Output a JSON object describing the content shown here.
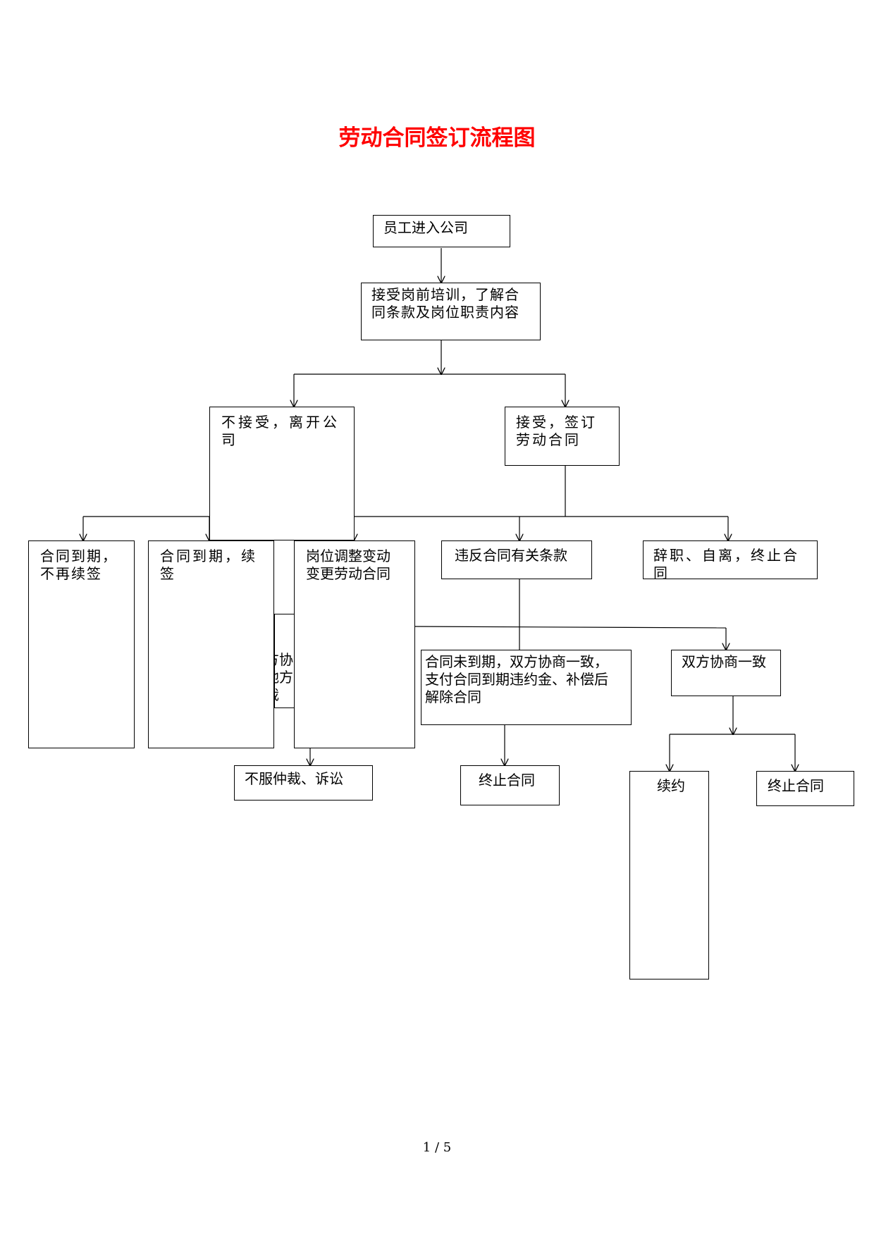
{
  "document": {
    "title": "劳动合同签订流程图",
    "title_color": "#ff0000",
    "page_indicator": "1 / 5"
  },
  "nodes": {
    "enter_company": "员工进入公司",
    "training": "接受岗前培训，了解合\n同条款及岗位职责内容",
    "reject_leave": "不接受，离开公\n司",
    "accept_sign": "接受，签订\n劳动合同",
    "expire_no_renew": "合同到期，\n不再续签",
    "expire_renew": "合同到期，续\n签",
    "position_change": "岗位调整变动\n变更劳动合同",
    "violate_terms": "违反合同有关条款",
    "resign": "辞职、自离，终止合\n同",
    "hidden_negotiation": "方协\n地方\n裁",
    "not_expired_negotiation": "合同未到期，双方协商一致，\n支付合同到期违约金、补偿后\n解除合同",
    "mutual_agreement": "双方协商一致",
    "dispute_litigation": "不服仲裁、诉讼",
    "terminate_contract_1": "终止合同",
    "renew": "续约",
    "terminate_contract_2": "终止合同"
  }
}
